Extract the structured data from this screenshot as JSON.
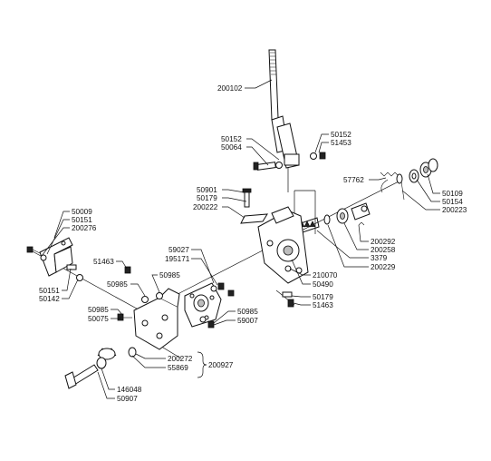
{
  "labels": {
    "200102": "200102",
    "50152a": "50152",
    "50064": "50064",
    "50152b": "50152",
    "51453a": "51453",
    "57762": "57762",
    "50109": "50109",
    "50154": "50154",
    "200223": "200223",
    "50901": "50901",
    "50179a": "50179",
    "200222": "200222",
    "50009": "50009",
    "50151a": "50151",
    "200276": "200276",
    "200292": "200292",
    "200258": "200258",
    "3379": "3379",
    "200229": "200229",
    "59027": "59027",
    "195171": "195171",
    "51463a": "51463",
    "50985a": "50985",
    "50985b": "50985",
    "210070": "210070",
    "50490": "50490",
    "50179b": "50179",
    "51463b": "51463",
    "50151b": "50151",
    "50142": "50142",
    "50985c": "50985",
    "50075": "50075",
    "50985d": "50985",
    "59007": "59007",
    "200272": "200272",
    "55869": "55869",
    "200927": "200927",
    "146048": "146048",
    "50907": "50907"
  }
}
